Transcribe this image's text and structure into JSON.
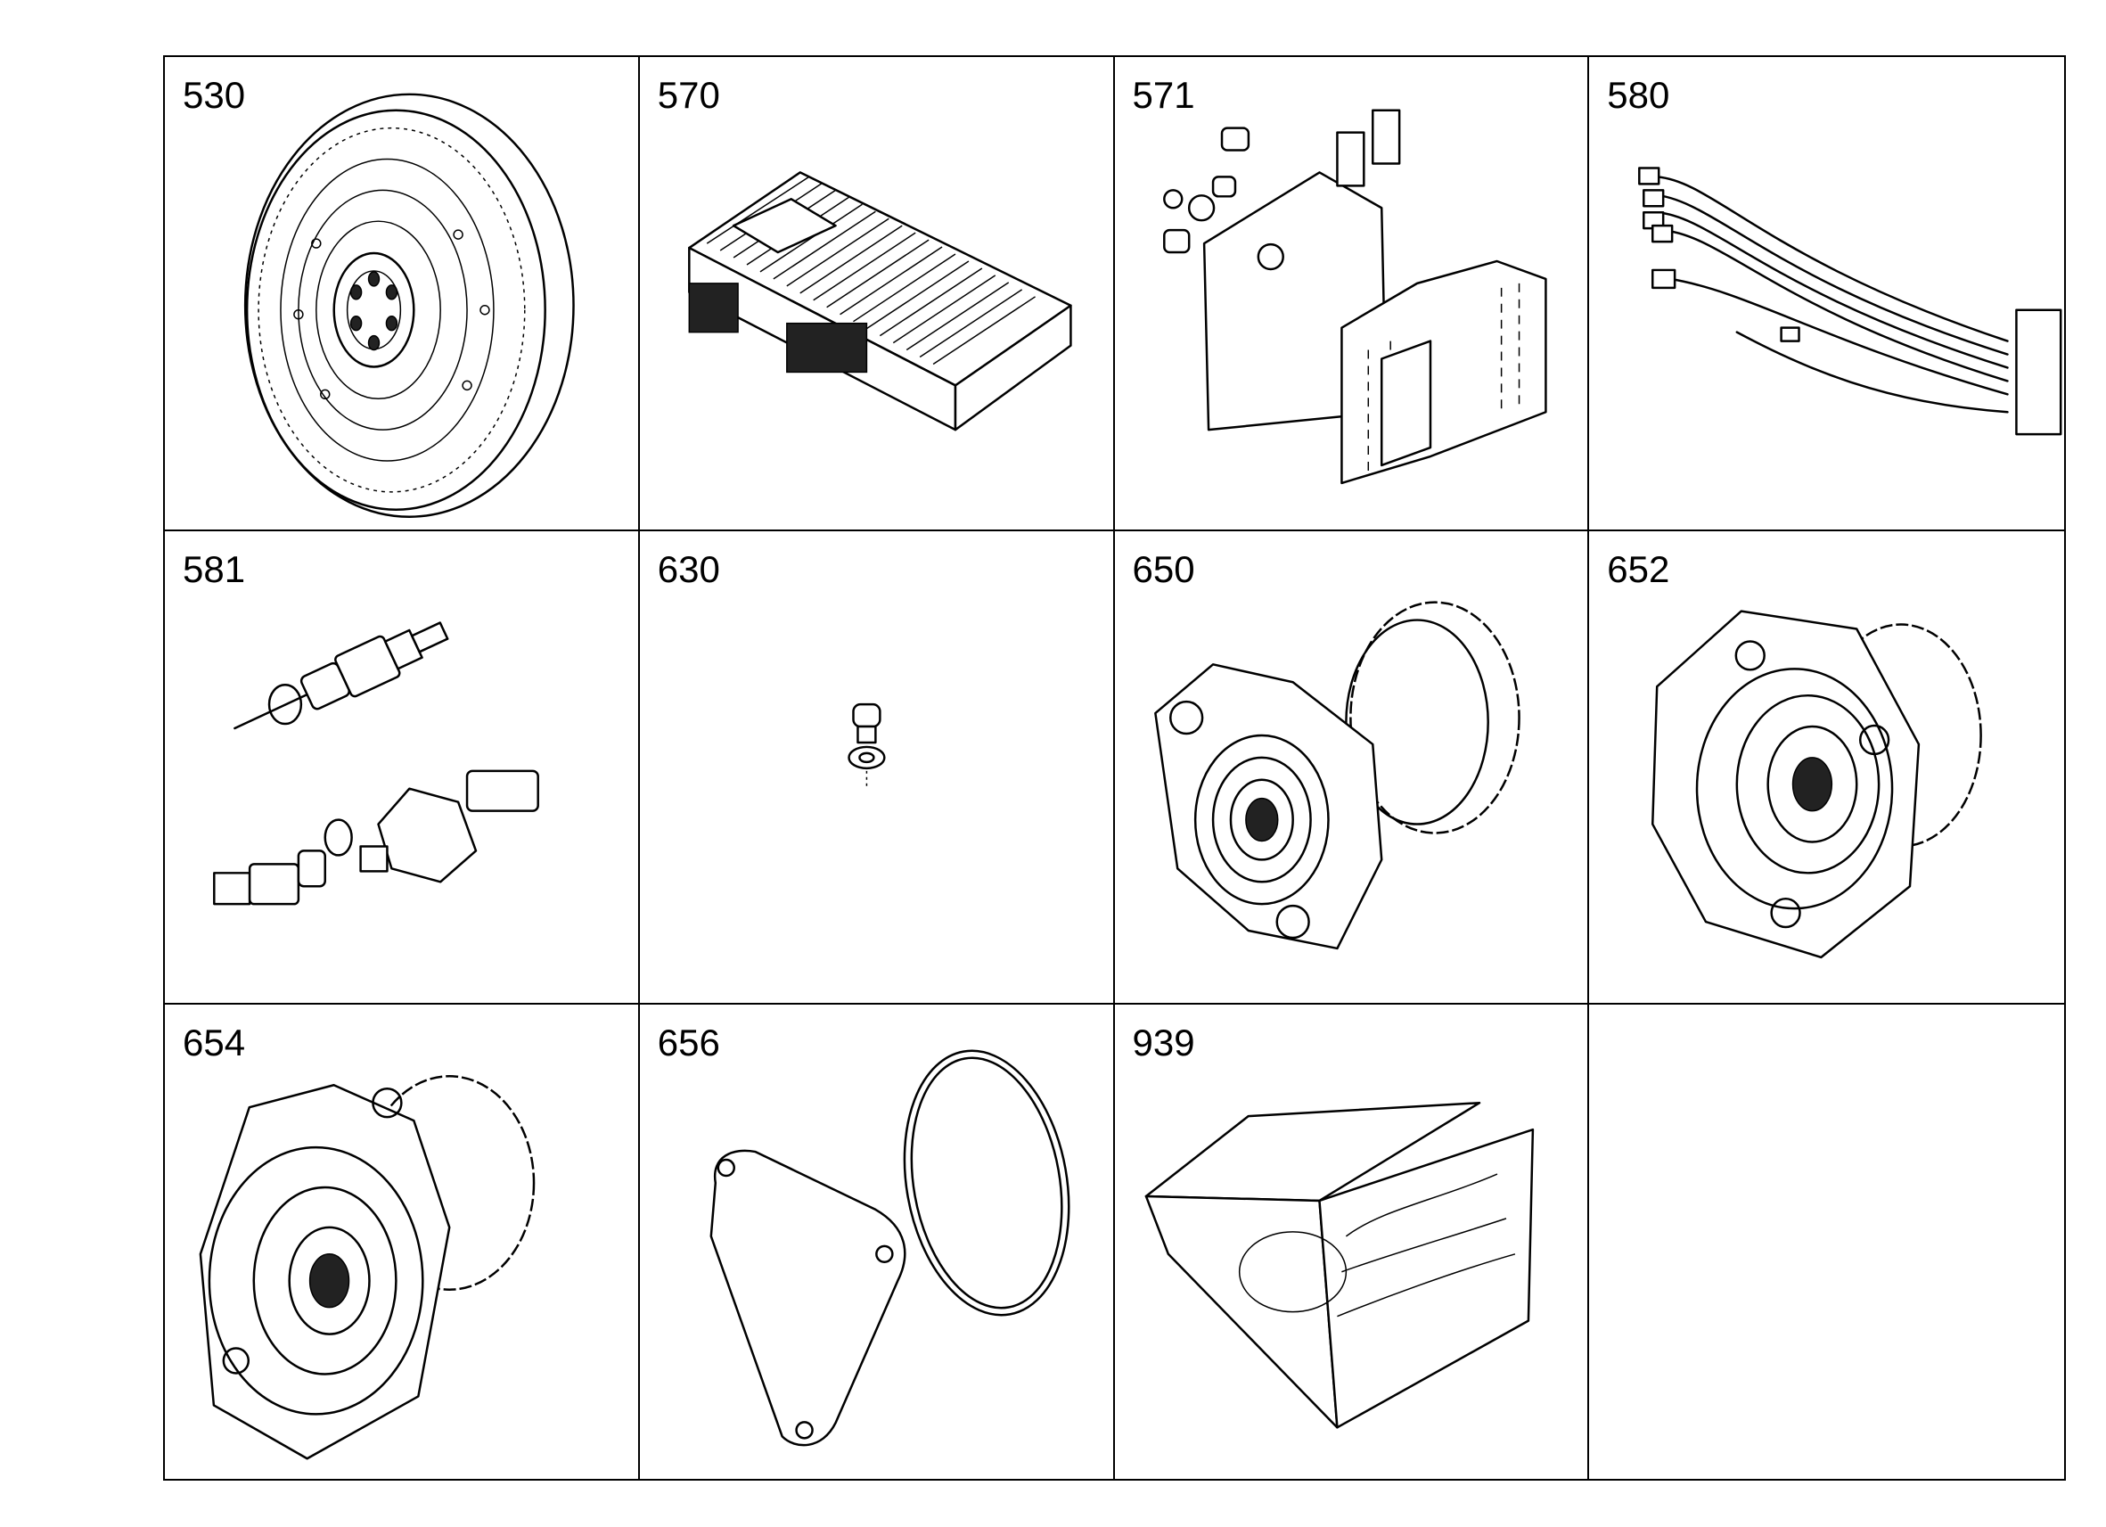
{
  "parts": [
    {
      "id": "530",
      "icon": "flywheel-icon"
    },
    {
      "id": "570",
      "icon": "control-unit-icon"
    },
    {
      "id": "571",
      "icon": "mounting-bracket-icon"
    },
    {
      "id": "580",
      "icon": "wiring-harness-icon"
    },
    {
      "id": "581",
      "icon": "sensor-icon"
    },
    {
      "id": "630",
      "icon": "screw-icon"
    },
    {
      "id": "650",
      "icon": "gear-pump-icon"
    },
    {
      "id": "652",
      "icon": "gear-pump-icon"
    },
    {
      "id": "654",
      "icon": "gear-pump-icon"
    },
    {
      "id": "656",
      "icon": "gasket-icon"
    },
    {
      "id": "939",
      "icon": "repair-kit-icon"
    },
    {
      "id": "",
      "icon": ""
    }
  ]
}
